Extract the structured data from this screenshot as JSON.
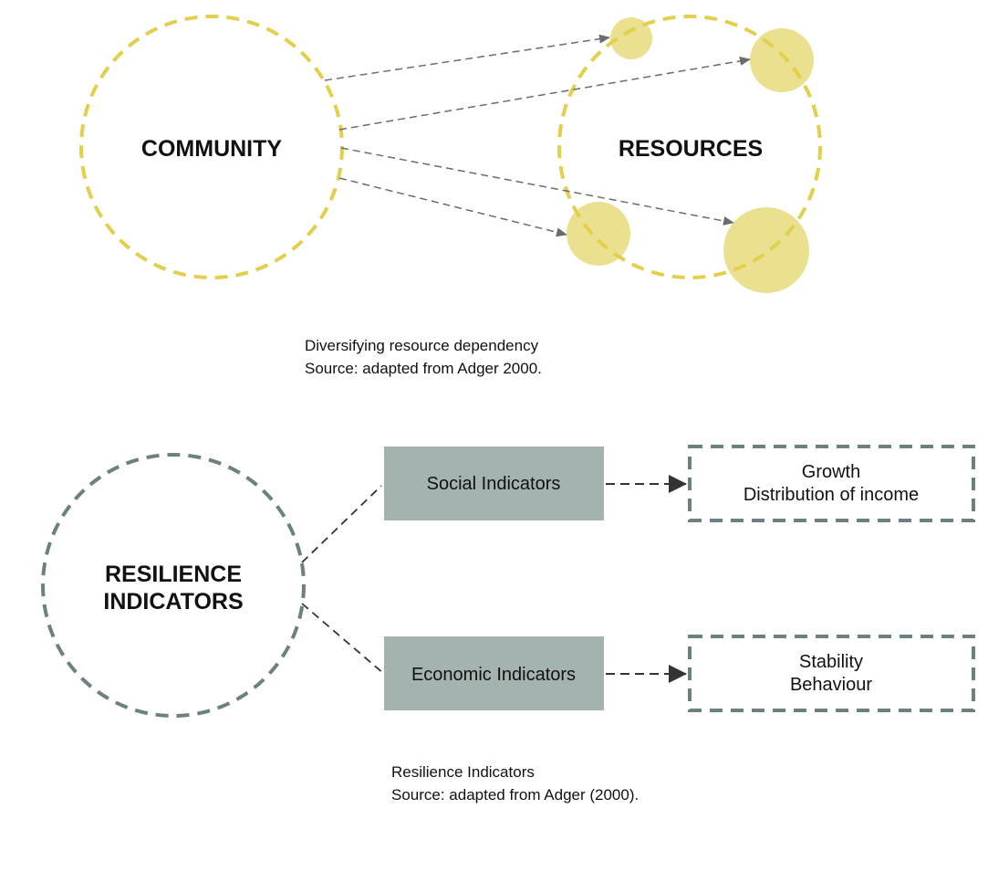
{
  "figure1": {
    "community_label": "COMMUNITY",
    "resources_label": "RESOURCES",
    "caption_line1": "Diversifying resource dependency",
    "caption_line2": "Source: adapted from Adger 2000.",
    "colors": {
      "dashed_circle": "#e2cf4c",
      "resource_fill": "#ebe08f",
      "arrow": "#6b6b6b"
    }
  },
  "figure2": {
    "center_label_line1": "RESILIENCE",
    "center_label_line2": "INDICATORS",
    "social_label": "Social Indicators",
    "economic_label": "Economic Indicators",
    "social_outcome_line1": "Growth",
    "social_outcome_line2": "Distribution of income",
    "economic_outcome_line1": "Stability",
    "economic_outcome_line2": "Behaviour",
    "caption_line1": "Resilience Indicators",
    "caption_line2": "Source: adapted from Adger (2000).",
    "colors": {
      "dashed_outline": "#6b8181",
      "indicator_box_fill": "#a4b2b0",
      "connector": "#333333"
    }
  }
}
